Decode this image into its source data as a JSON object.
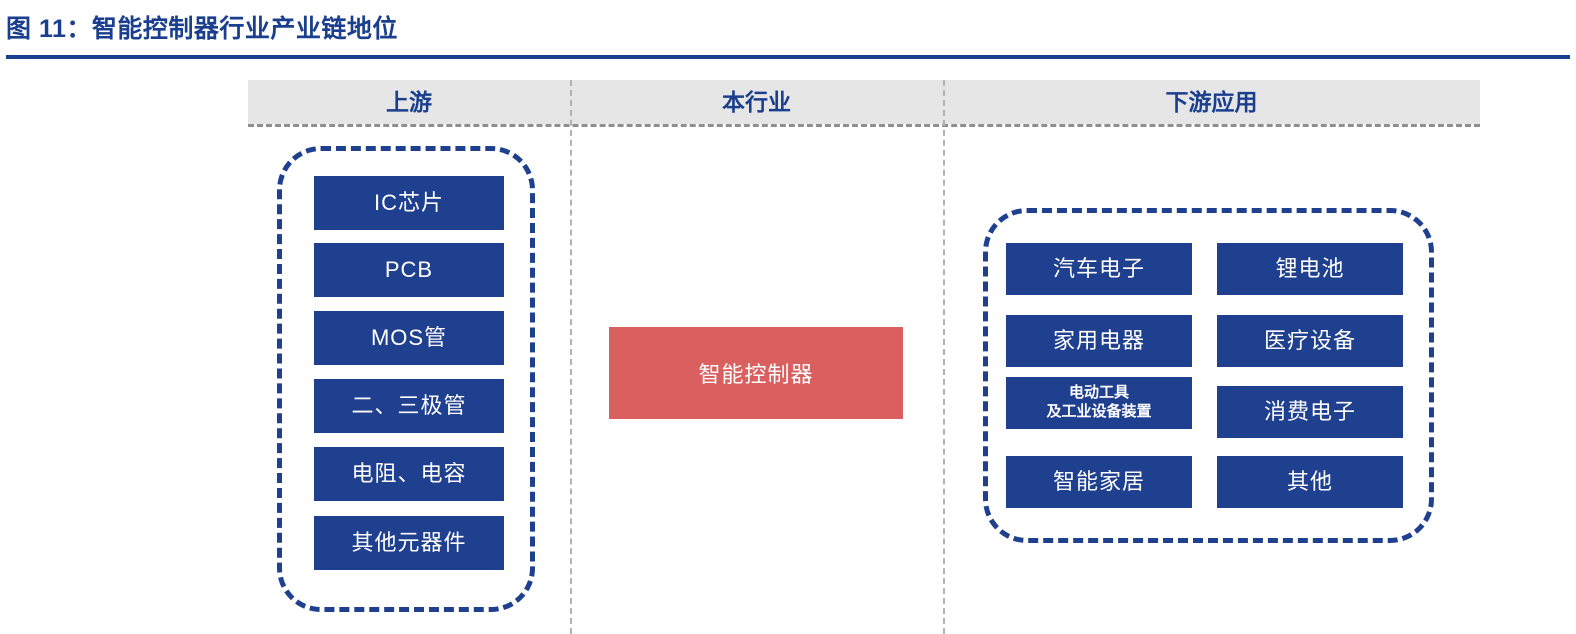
{
  "figure": {
    "title": "图 11：智能控制器行业产业链地位",
    "accent_color": "#1b3f8f",
    "node_color": "#1f3f8f",
    "industry_color": "#d9605f",
    "header_band_color": "#e6e6e6"
  },
  "header": {
    "upstream": "上游",
    "industry": "本行业",
    "downstream": "下游应用"
  },
  "upstream": {
    "items": [
      {
        "label": "IC芯片"
      },
      {
        "label": "PCB"
      },
      {
        "label": "MOS管"
      },
      {
        "label": "二、三极管"
      },
      {
        "label": "电阻、电容"
      },
      {
        "label": "其他元器件"
      }
    ]
  },
  "industry": {
    "label": "智能控制器"
  },
  "downstream": {
    "column_a": [
      {
        "label": "汽车电子"
      },
      {
        "label": "家用电器"
      },
      {
        "label": "电动工具\n及工业设备装置"
      },
      {
        "label": "智能家居"
      }
    ],
    "column_b": [
      {
        "label": "锂电池"
      },
      {
        "label": "医疗设备"
      },
      {
        "label": "消费电子"
      },
      {
        "label": "其他"
      }
    ]
  }
}
